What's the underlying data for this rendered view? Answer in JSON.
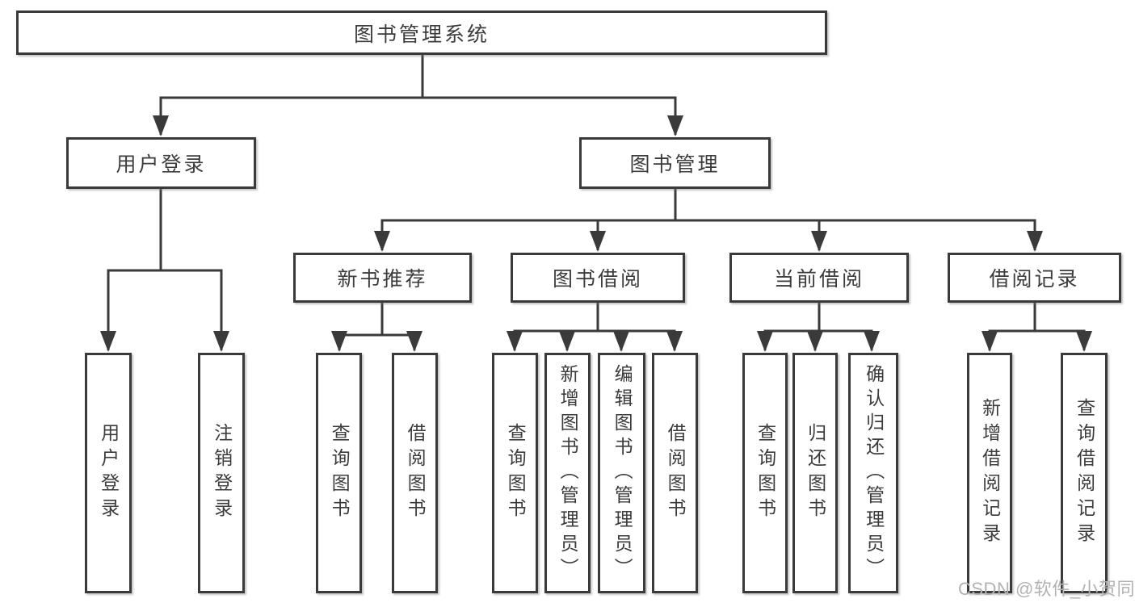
{
  "colors": {
    "line": "#3a3a3a",
    "box_border": "#3a3a3a",
    "box_fill": "#ffffff",
    "text": "#3c3c3c",
    "watermark": "#b2b2b2",
    "background": "#ffffff"
  },
  "tree": {
    "label": "图书管理系统",
    "children": [
      {
        "label": "用户登录",
        "children": [
          {
            "label": "用户登录"
          },
          {
            "label": "注销登录"
          }
        ]
      },
      {
        "label": "图书管理",
        "children": [
          {
            "label": "新书推荐",
            "children": [
              {
                "label": "查询图书"
              },
              {
                "label": "借阅图书"
              }
            ]
          },
          {
            "label": "图书借阅",
            "children": [
              {
                "label": "查询图书"
              },
              {
                "label": "新增图书（管理员）"
              },
              {
                "label": "编辑图书（管理员）"
              },
              {
                "label": "借阅图书"
              }
            ]
          },
          {
            "label": "当前借阅",
            "children": [
              {
                "label": "查询图书"
              },
              {
                "label": "归还图书"
              },
              {
                "label": "确认归还（管理员）"
              }
            ]
          },
          {
            "label": "借阅记录",
            "children": [
              {
                "label": "新增借阅记录"
              },
              {
                "label": "查询借阅记录"
              }
            ]
          }
        ]
      }
    ]
  },
  "watermark": {
    "text": "CSDN @软件_小贺同学"
  }
}
